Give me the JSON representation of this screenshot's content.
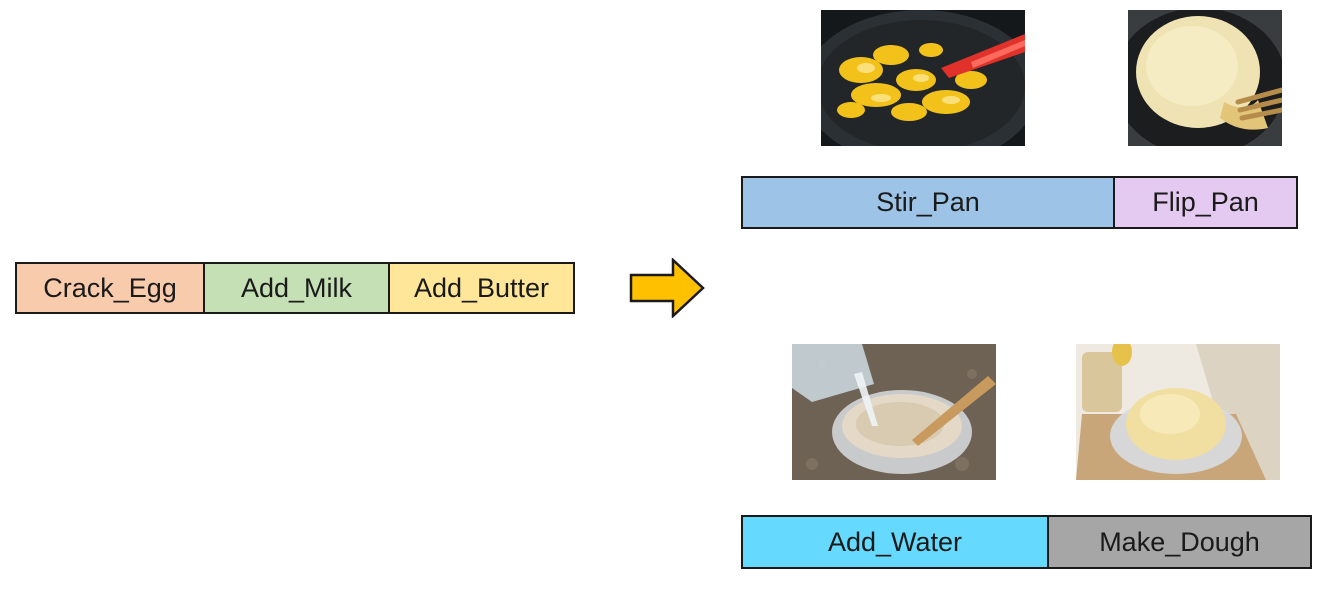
{
  "input_sequence": {
    "segments": [
      {
        "label": "Crack_Egg",
        "color": "#f8cbad"
      },
      {
        "label": "Add_Milk",
        "color": "#c5e0b4"
      },
      {
        "label": "Add_Butter",
        "color": "#ffe699"
      }
    ]
  },
  "arrow": {
    "icon": "right-arrow-icon",
    "fill": "#ffc000",
    "stroke": "#1a1a1a"
  },
  "output_top": {
    "segments": [
      {
        "label": "Stir_Pan",
        "color": "#9dc3e6"
      },
      {
        "label": "Flip_Pan",
        "color": "#e4c9f0"
      }
    ]
  },
  "output_bottom": {
    "segments": [
      {
        "label": "Add_Water",
        "color": "#66d9ff"
      },
      {
        "label": "Make_Dough",
        "color": "#a6a6a6"
      }
    ]
  }
}
